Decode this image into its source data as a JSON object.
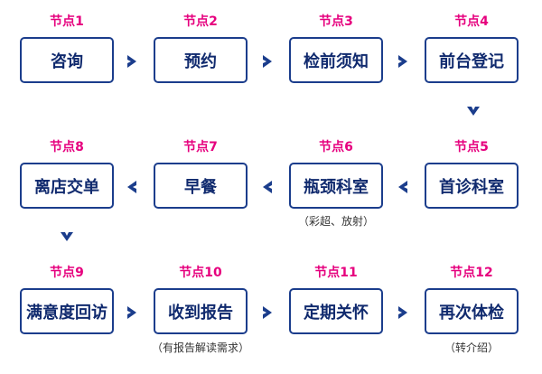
{
  "colors": {
    "label": "#e6007e",
    "box_border": "#1b3d8c",
    "box_text": "#102a6e",
    "arrow": "#1b3d8c"
  },
  "nodes": [
    {
      "label": "节点1",
      "text": "咨询"
    },
    {
      "label": "节点2",
      "text": "预约"
    },
    {
      "label": "节点3",
      "text": "检前须知"
    },
    {
      "label": "节点4",
      "text": "前台登记"
    },
    {
      "label": "节点5",
      "text": "首诊科室"
    },
    {
      "label": "节点6",
      "text": "瓶颈科室"
    },
    {
      "label": "节点7",
      "text": "早餐"
    },
    {
      "label": "节点8",
      "text": "离店交单"
    },
    {
      "label": "节点9",
      "text": "满意度回访"
    },
    {
      "label": "节点10",
      "text": "收到报告"
    },
    {
      "label": "节点11",
      "text": "定期关怀"
    },
    {
      "label": "节点12",
      "text": "再次体检"
    }
  ],
  "notes": {
    "node6": "（彩超、放射）",
    "node10": "（有报告解读需求）",
    "node12": "（转介绍）"
  },
  "arrows": [
    "chevron-right-icon",
    "chevron-left-icon",
    "chevron-down-icon"
  ]
}
